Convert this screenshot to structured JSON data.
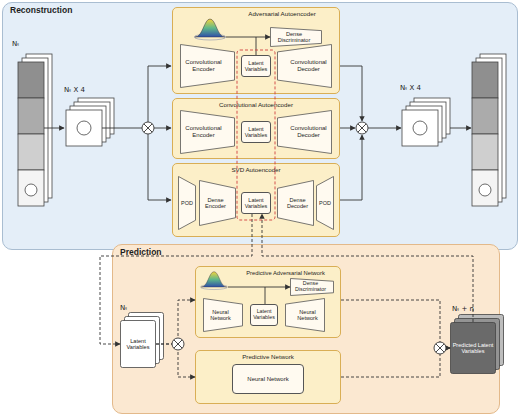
{
  "diagram": {
    "nodes": [
      {
        "text": [
          "Reconstruction"
        ]
      },
      {
        "text": [
          "Adversarial Autoencoder"
        ],
        "in": 0
      },
      {
        "text": [
          "Dense Discriminator"
        ],
        "in": 1
      },
      {
        "text": [
          "Convolutional Encoder"
        ],
        "in": 1
      },
      {
        "text": [
          "Latent Variables"
        ],
        "in": 1
      },
      {
        "text": [
          "Convolutional Decoder"
        ],
        "in": 1
      },
      {
        "text": [
          "Convolutional Autoencoder"
        ],
        "in": 0
      },
      {
        "text": [
          "Convolutional Encoder"
        ],
        "in": 6
      },
      {
        "text": [
          "Latent Variables"
        ],
        "in": 6
      },
      {
        "text": [
          "Convolutional Decoder"
        ],
        "in": 6
      },
      {
        "text": [
          "SVD Autoencoder"
        ],
        "in": 0
      },
      {
        "text": [
          "POD"
        ],
        "in": 10
      },
      {
        "text": [
          "Dense Encoder"
        ],
        "in": 10
      },
      {
        "text": [
          "Latent Variables"
        ],
        "in": 10
      },
      {
        "text": [
          "Dense Decoder"
        ],
        "in": 10
      },
      {
        "text": [
          "POD"
        ],
        "in": 10
      },
      {
        "text": [
          "Prediction"
        ]
      },
      {
        "text": [
          "Predictive Adversarial Network"
        ],
        "in": 16
      },
      {
        "text": [
          "Dense Discriminator"
        ],
        "in": 17
      },
      {
        "text": [
          "Neural Network"
        ],
        "in": 17
      },
      {
        "text": [
          "Latent Variables"
        ],
        "in": 17
      },
      {
        "text": [
          "Neural Network"
        ],
        "in": 17
      },
      {
        "text": [
          "Predictive Network"
        ],
        "in": 16
      },
      {
        "text": [
          "Neural Network"
        ],
        "in": 22
      },
      {
        "text": [
          "Latent Variables"
        ],
        "in": 16
      },
      {
        "text": [
          "Predicted Latent Variables"
        ],
        "in": 16
      }
    ],
    "edges": [
      {
        "from": 4,
        "to": 2,
        "arrow": "to"
      },
      {
        "from": 20,
        "to": 18,
        "arrow": "to"
      },
      {
        "from": 13,
        "to": 24,
        "arrow": "to"
      },
      {
        "from": 25,
        "to": 13,
        "arrow": "to"
      },
      {
        "from": 24,
        "to": 17,
        "arrow": "to"
      },
      {
        "from": 24,
        "to": 22,
        "arrow": "to"
      },
      {
        "from": 17,
        "to": 25,
        "arrow": "to"
      },
      {
        "from": 22,
        "to": 25,
        "arrow": "to"
      }
    ],
    "labels": [
      "Nₜ",
      "Nₜ X 4",
      "Nₜ X 4",
      "Nₜ",
      "Nₜ + n"
    ]
  }
}
